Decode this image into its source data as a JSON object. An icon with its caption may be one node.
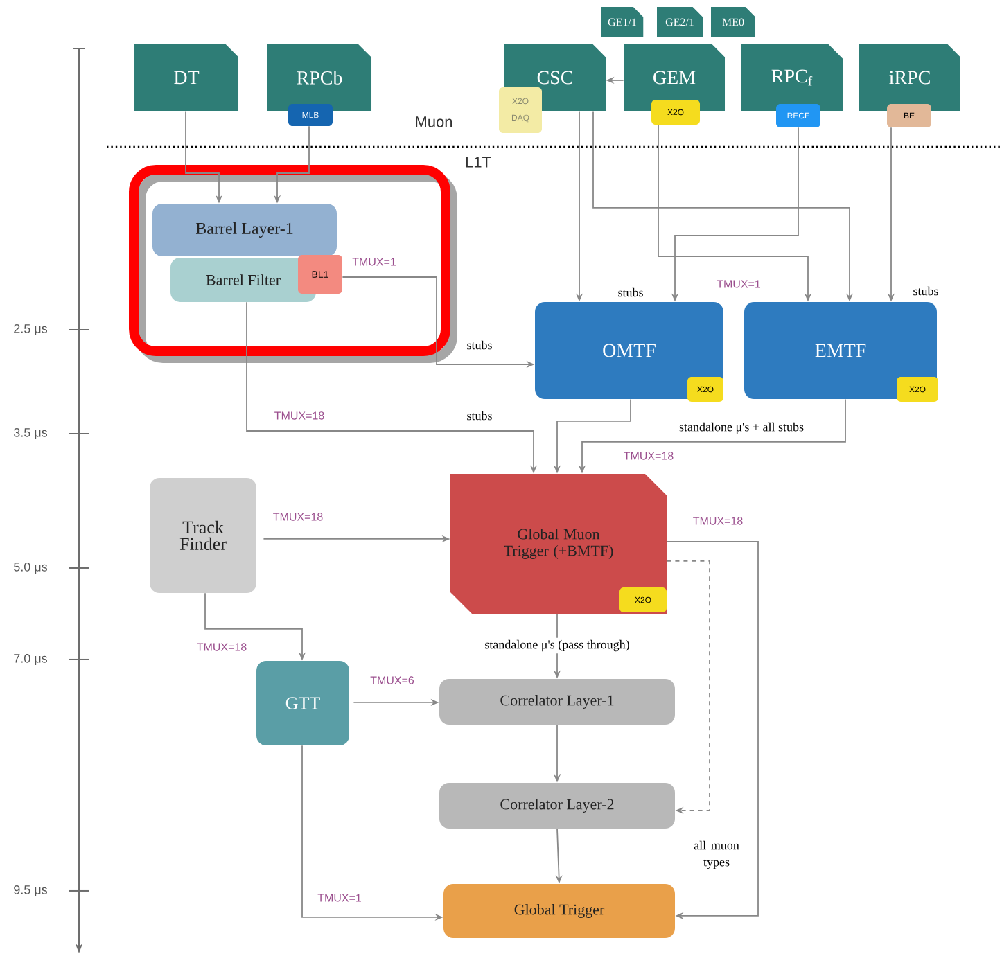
{
  "diagram": {
    "nodes": [
      {
        "text": [
          "GE1/1"
        ]
      },
      {
        "text": [
          "GE2/1"
        ]
      },
      {
        "text": [
          "ME0"
        ]
      },
      {
        "text": [
          "DT"
        ]
      },
      {
        "text": [
          "RPCb"
        ]
      },
      {
        "text": [
          "MLB"
        ]
      },
      {
        "text": [
          "CSC"
        ]
      },
      {
        "text": [
          "X2O DAQ"
        ]
      },
      {
        "text": [
          "GEM"
        ]
      },
      {
        "text": [
          "X2O"
        ]
      },
      {
        "text": [
          "RPC$_{f}$"
        ]
      },
      {
        "text": [
          "RECF"
        ]
      },
      {
        "text": [
          "iRPC"
        ]
      },
      {
        "text": [
          "BE"
        ]
      },
      {
        "text": [],
        "shape": "box"
      },
      {
        "text": [
          "Barrel Layer-1"
        ],
        "in": 14
      },
      {
        "text": [
          "Barrel Filter"
        ],
        "in": 14
      },
      {
        "text": [
          "BL1"
        ],
        "in": 14
      },
      {
        "text": [
          "OMTF"
        ]
      },
      {
        "text": [
          "X2O"
        ]
      },
      {
        "text": [
          "EMTF"
        ]
      },
      {
        "text": [
          "X2O"
        ]
      },
      {
        "text": [
          "Track Finder"
        ]
      },
      {
        "text": [
          "Global Muon Trigger (+BMTF)"
        ]
      },
      {
        "text": [
          "X2O"
        ],
        "in": 23
      },
      {
        "text": [
          "GTT"
        ]
      },
      {
        "text": [
          "Correlator Layer-1"
        ]
      },
      {
        "text": [
          "Correlator Layer-2"
        ]
      },
      {
        "text": [
          "Global Trigger"
        ]
      }
    ],
    "edges": [
      {
        "from": 3,
        "to": 15,
        "arrow": "to"
      },
      {
        "from": 5,
        "to": 15,
        "arrow": "to"
      },
      {
        "from": 8,
        "to": 6,
        "arrow": "to"
      },
      {
        "from": 6,
        "to": 18,
        "arrow": "to"
      },
      {
        "from": 6,
        "to": 20,
        "arrow": "to"
      },
      {
        "from": 9,
        "to": 20,
        "arrow": "to"
      },
      {
        "from": 11,
        "to": 18,
        "arrow": "to"
      },
      {
        "from": 13,
        "to": 20,
        "arrow": "to"
      },
      {
        "from": 17,
        "to": 18,
        "arrow": "to",
        "label": "TMUX=1"
      },
      {
        "from": 16,
        "to": 23,
        "arrow": "to",
        "label": "TMUX=18"
      },
      {
        "from": 18,
        "to": 23,
        "arrow": "to"
      },
      {
        "from": 20,
        "to": 23,
        "arrow": "to",
        "label": "TMUX=18"
      },
      {
        "from": 22,
        "to": 23,
        "arrow": "to",
        "label": "TMUX=18"
      },
      {
        "from": 22,
        "to": 25,
        "arrow": "to",
        "label": "TMUX=18"
      },
      {
        "from": 25,
        "to": 26,
        "arrow": "to",
        "label": "TMUX=6"
      },
      {
        "from": 23,
        "to": 26,
        "arrow": "to",
        "label": "standalone  μ's  (pass through)"
      },
      {
        "from": 26,
        "to": 27,
        "arrow": "to"
      },
      {
        "from": 23,
        "to": 27,
        "arrow": "to",
        "style": "dashed"
      },
      {
        "from": 23,
        "to": 28,
        "arrow": "to",
        "label": "TMUX=18"
      },
      {
        "from": 27,
        "to": 28,
        "arrow": "to"
      },
      {
        "from": 25,
        "to": 28,
        "arrow": "to",
        "label": "TMUX=1"
      }
    ],
    "labels": [
      "Muon",
      "L1T",
      "stubs",
      "TMUX=1",
      "stubs",
      "stubs",
      "stubs",
      "standalone  μ's + all stubs",
      "all muon types",
      "2.5 μs",
      "3.5 μs",
      "5.0 μs",
      "7.0 μs",
      "9.5 μs"
    ]
  }
}
